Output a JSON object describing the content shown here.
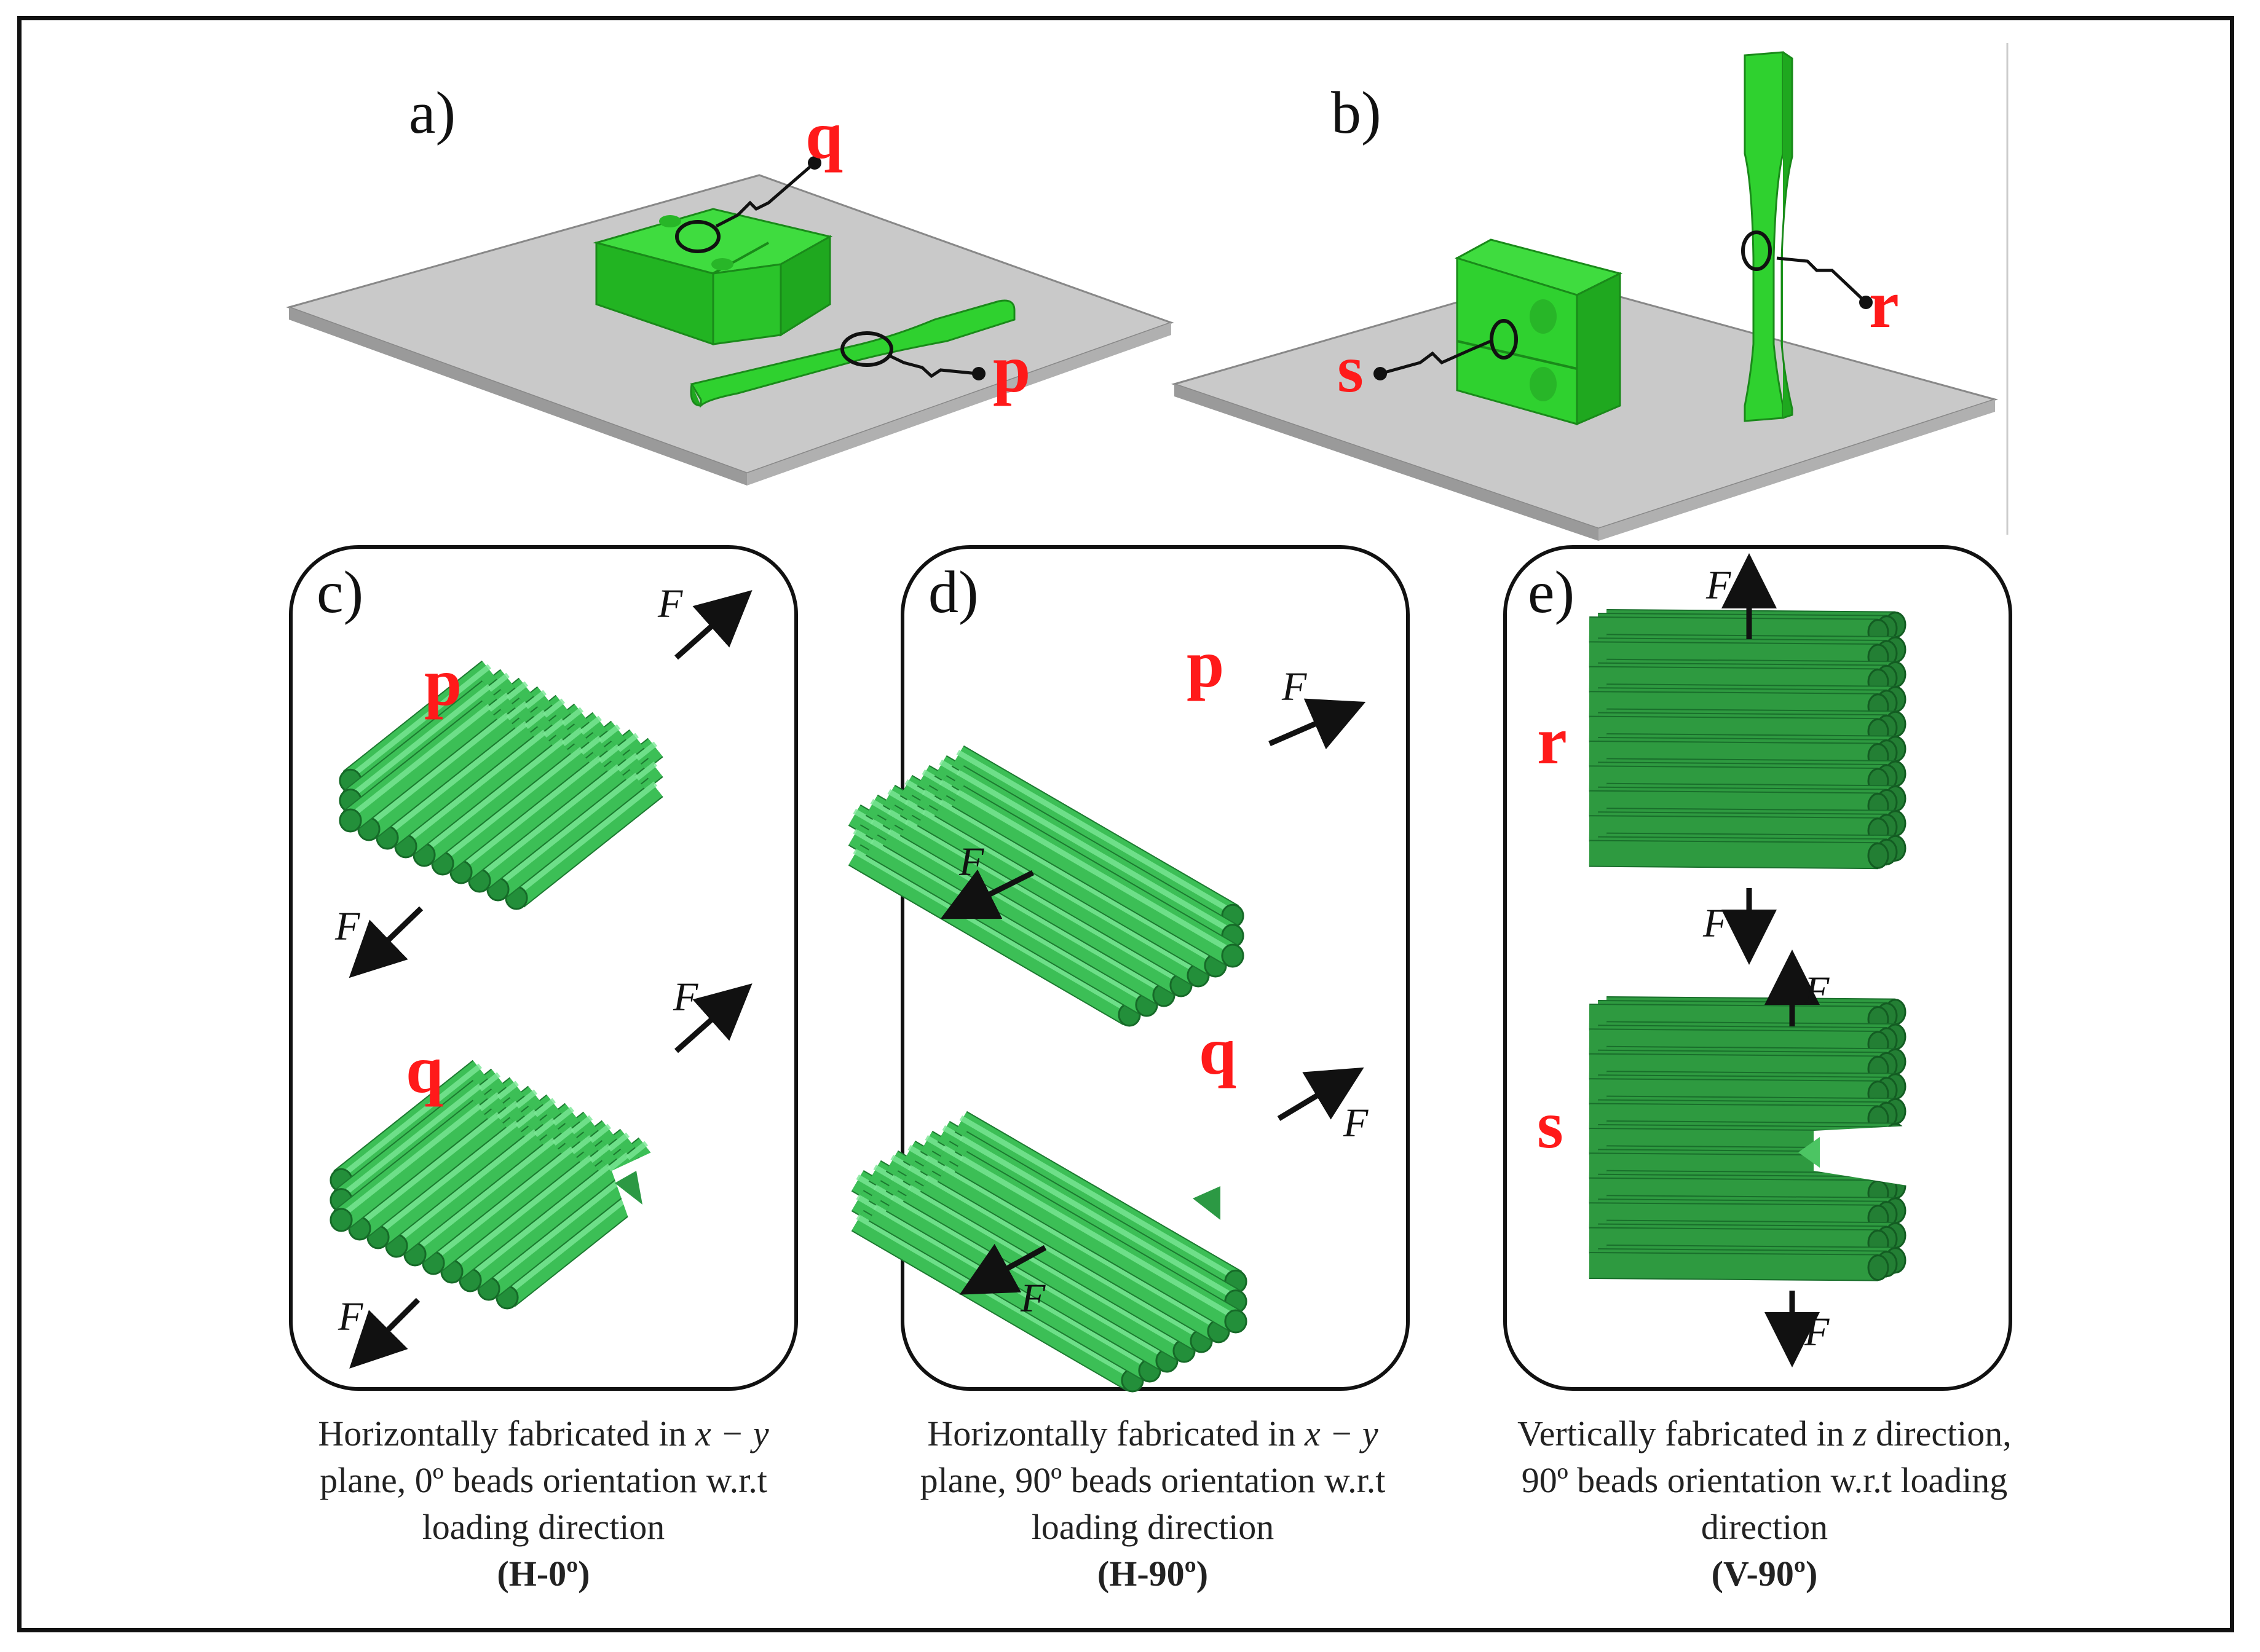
{
  "panels": {
    "a": "a)",
    "b": "b)",
    "c": "c)",
    "d": "d)",
    "e": "e)"
  },
  "markers": {
    "p": "p",
    "q": "q",
    "r": "r",
    "s": "s"
  },
  "force_label": "F",
  "captions": {
    "c": {
      "line1_pre": "Horizontally fabricated in ",
      "line1_math": "x − y",
      "line2": "plane, 0º beads orientation w.r.t",
      "line3": "loading direction",
      "code": "(H-0º)"
    },
    "d": {
      "line1_pre": "Horizontally fabricated in ",
      "line1_math": "x − y",
      "line2": "plane, 90º beads orientation w.r.t",
      "line3": "loading direction",
      "code": "(H-90º)"
    },
    "e": {
      "line1_pre": "Vertically fabricated in ",
      "line1_math": "z",
      "line1_post": " direction,",
      "line2": "90º beads orientation w.r.t loading",
      "line3": "direction",
      "code": "(V-90º)"
    }
  },
  "colors": {
    "specimen": "#2fd12f",
    "bead": "#38b24a",
    "bead_dark": "#1e8a34",
    "plate": "#c8c8c8",
    "marker": "#ff1a1a"
  }
}
